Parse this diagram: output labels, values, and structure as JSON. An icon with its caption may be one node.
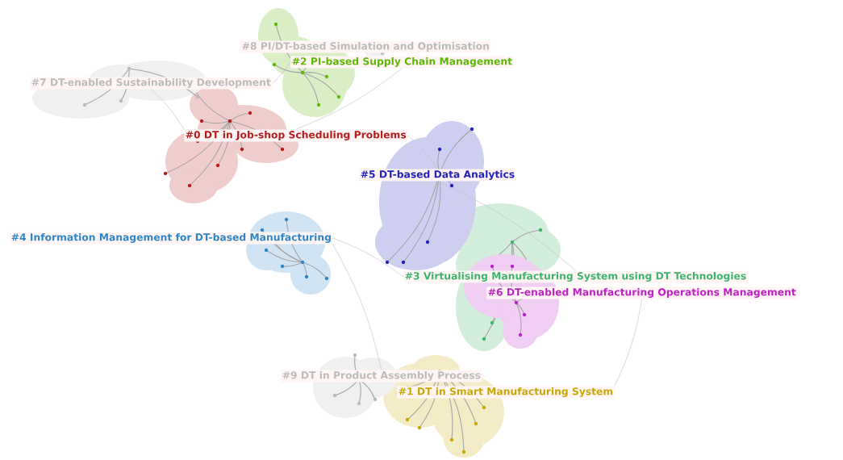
{
  "diagram": {
    "nodes": [
      {
        "text": [
          "#0 DT in Job-shop Scheduling Problems"
        ]
      },
      {
        "text": [
          "#1 DT in Smart Manufacturing System"
        ]
      },
      {
        "text": [
          "#2 PI-based Supply Chain Management"
        ]
      },
      {
        "text": [
          "#3 Virtualising Manufacturing System using DT Technologies"
        ]
      },
      {
        "text": [
          "#4 Information Management for DT-based Manufacturing"
        ]
      },
      {
        "text": [
          "#5 DT-based Data Analytics"
        ]
      },
      {
        "text": [
          "#6 DT-enabled Manufacturing Operations Management"
        ]
      },
      {
        "text": [
          "#7 DT-enabled Sustainability Development"
        ]
      },
      {
        "text": [
          "#8 PI/DT-based Simulation and Optimisation"
        ]
      },
      {
        "text": [
          "#9 DT in Product Assembly Process"
        ]
      }
    ],
    "edges": [
      {
        "from": 2,
        "to": 7,
        "arrow": "none"
      },
      {
        "from": 2,
        "to": 0,
        "arrow": "none"
      },
      {
        "from": 7,
        "to": 0,
        "arrow": "none"
      },
      {
        "from": 0,
        "to": 5,
        "arrow": "none"
      },
      {
        "from": 4,
        "to": 9,
        "arrow": "none"
      },
      {
        "from": 4,
        "to": 3,
        "arrow": "none"
      },
      {
        "from": 5,
        "to": 3,
        "arrow": "none"
      },
      {
        "from": 6,
        "to": 1,
        "arrow": "none"
      }
    ]
  }
}
